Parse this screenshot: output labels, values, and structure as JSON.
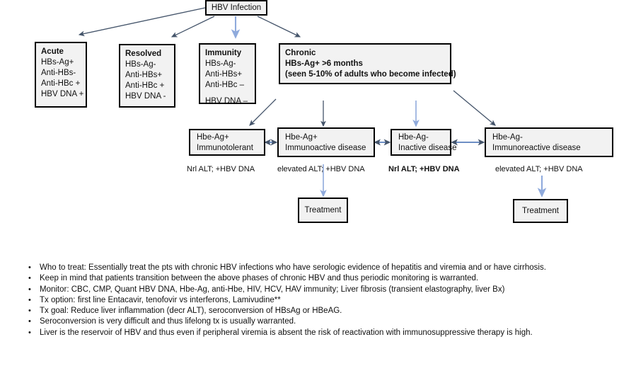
{
  "diagram": {
    "title_node": {
      "label": "HBV Infection"
    },
    "stage_nodes": [
      {
        "name": "acute",
        "lines": [
          {
            "text": "Acute",
            "bold": true
          },
          {
            "text": "HBs-Ag+",
            "bold": false
          },
          {
            "text": "Anti-HBs-",
            "bold": false
          },
          {
            "text": "Anti-HBc +",
            "bold": false
          },
          {
            "text": "HBV DNA +",
            "bold": false
          }
        ]
      },
      {
        "name": "resolved",
        "lines": [
          {
            "text": "Resolved",
            "bold": true
          },
          {
            "text": "HBs-Ag-",
            "bold": false
          },
          {
            "text": "Anti-HBs+",
            "bold": false
          },
          {
            "text": "Anti-HBc +",
            "bold": false
          },
          {
            "text": "HBV DNA -",
            "bold": false
          }
        ]
      },
      {
        "name": "immunity",
        "lines": [
          {
            "text": "Immunity",
            "bold": true
          },
          {
            "text": "HBs-Ag-",
            "bold": false
          },
          {
            "text": "Anti-HBs+",
            "bold": false
          },
          {
            "text": "Anti-HBc –",
            "bold": false
          },
          {
            "text": "",
            "bold": false
          },
          {
            "text": "HBV DNA –",
            "bold": false
          }
        ]
      },
      {
        "name": "chronic",
        "lines": [
          {
            "text": "Chronic",
            "bold": true
          },
          {
            "text": "HBs-Ag+ >6 months",
            "bold": true
          },
          {
            "text": "(seen 5-10% of adults who become infected)",
            "bold": true
          }
        ]
      }
    ],
    "phase_nodes": [
      {
        "name": "immunotolerant",
        "line1": "Hbe-Ag+",
        "line2": "Immunotolerant",
        "caption": "Nrl ALT; +HBV DNA",
        "caption_bold": false
      },
      {
        "name": "immunoactive",
        "line1": "Hbe-Ag+",
        "line2": "Immunoactive disease",
        "caption": "elevated ALT; +HBV DNA",
        "caption_bold": false
      },
      {
        "name": "inactive",
        "line1": "Hbe-Ag-",
        "line2": "Inactive disease",
        "caption": "Nrl ALT; +HBV DNA",
        "caption_bold": true
      },
      {
        "name": "immunoreactive",
        "line1": "Hbe-Ag-",
        "line2": "Immunoreactive disease",
        "caption": "elevated ALT; +HBV DNA",
        "caption_bold": false
      }
    ],
    "treatment_nodes": [
      {
        "name": "treatment-left",
        "label": "Treatment"
      },
      {
        "name": "treatment-right",
        "label": "Treatment"
      }
    ],
    "colors": {
      "arrow_dark": "#44546a",
      "arrow_light": "#8faadc",
      "box_fill": "#f2f2f2",
      "box_border": "#000000"
    }
  },
  "notes": {
    "bullet_char": "•",
    "items": [
      "Who to treat: Essentially treat the pts with chronic HBV infections who have serologic evidence of hepatitis and viremia and or have cirrhosis.",
      "Keep in mind that patients transition between the above phases of chronic HBV and thus periodic monitoring is warranted.",
      "Monitor: CBC, CMP, Quant HBV DNA, Hbe-Ag, anti-Hbe, HIV, HCV, HAV immunity; Liver fibrosis (transient elastography, liver Bx)",
      "Tx option: first line Entacavir, tenofovir vs interferons, Lamivudine**",
      "Tx goal: Reduce liver inflammation (decr ALT), seroconversion of HBsAg or HBeAG.",
      "Seroconversion is very difficult and thus lifelong tx is usually warranted.",
      "Liver is the reservoir of HBV and thus  even if peripheral viremia is absent the risk of reactivation with immunosuppressive therapy is high."
    ]
  }
}
